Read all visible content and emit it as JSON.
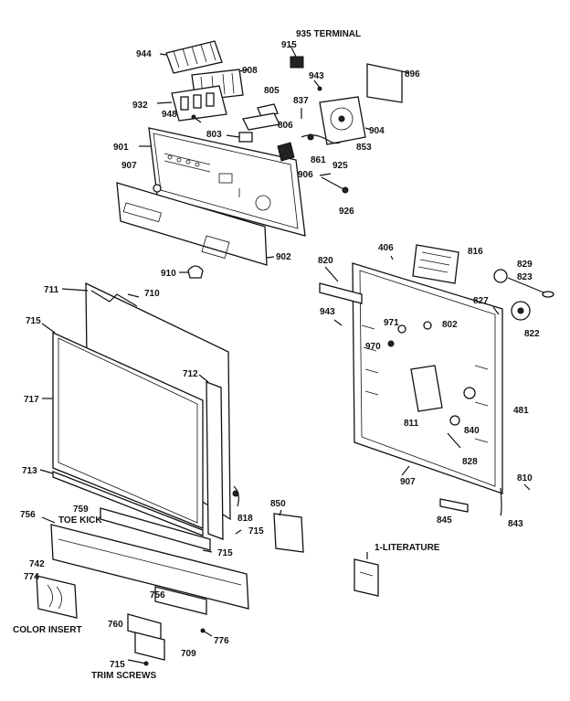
{
  "diagram": {
    "labels": {
      "p935": "935 TERMINAL",
      "p915": "915",
      "p944": "944",
      "p908": "908",
      "p896": "896",
      "p943a": "943",
      "p932": "932",
      "p805": "805",
      "p837": "837",
      "p948": "948",
      "p806": "806",
      "p904": "904",
      "p803": "803",
      "p901": "901",
      "p861": "861",
      "p853": "853",
      "p907a": "907",
      "p906": "906",
      "p925": "925",
      "p926": "926",
      "p902": "902",
      "p910": "910",
      "p711": "711",
      "p710": "710",
      "p715a": "715",
      "p717": "717",
      "p712": "712",
      "p713": "713",
      "p818": "818",
      "p715b": "715",
      "p715c": "715",
      "p759": "759",
      "toekick": "TOE KICK",
      "p756a": "756",
      "p850": "850",
      "p742": "742",
      "p774": "774",
      "colorinsert": "COLOR INSERT",
      "p756b": "756",
      "p760": "760",
      "p776": "776",
      "p709": "709",
      "p715d": "715",
      "trimscrews": "TRIM SCREWS",
      "p820": "820",
      "p406": "406",
      "p816": "816",
      "p829": "829",
      "p823": "823",
      "p827": "827",
      "p943b": "943",
      "p971": "971",
      "p802": "802",
      "p822": "822",
      "p970": "970",
      "p481": "481",
      "p811": "811",
      "p840": "840",
      "p828": "828",
      "p907b": "907",
      "p810": "810",
      "p845": "845",
      "p843": "843",
      "literature": "1-LITERATURE"
    }
  }
}
